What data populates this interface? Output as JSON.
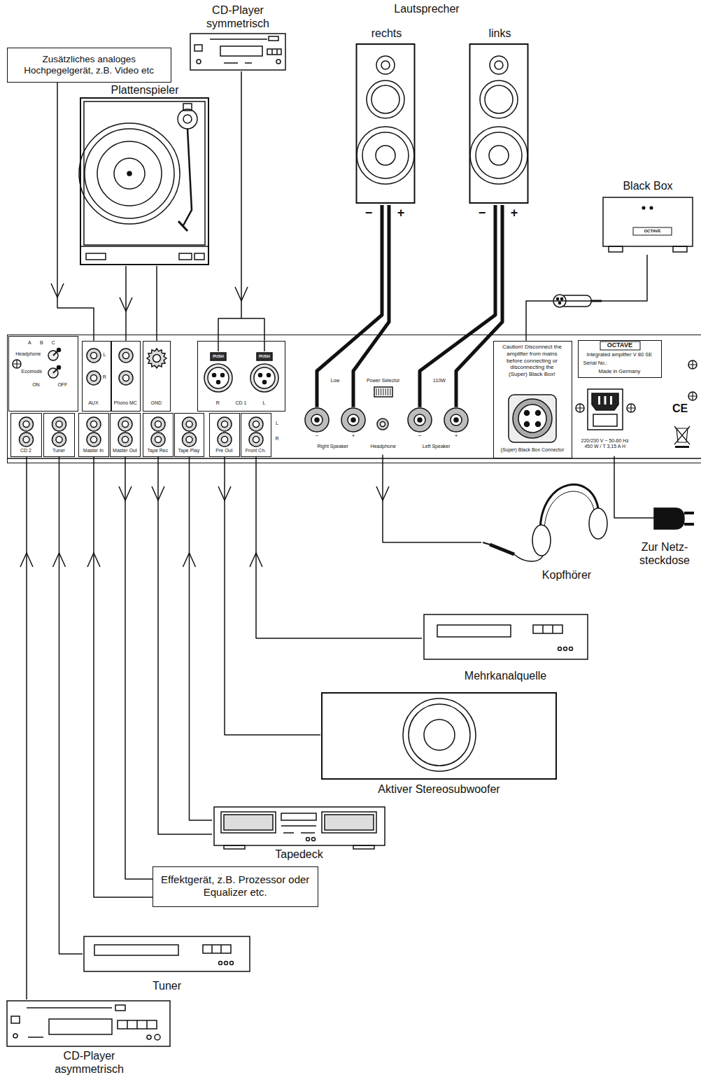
{
  "diagram": {
    "nodes": [
      {
        "text": [
          "Zusätzliches analoges Hochpegelgerät, z.B. Video etc"
        ]
      },
      {
        "text": [
          "CD-Player symmetrisch"
        ]
      },
      {
        "text": [
          "rechts"
        ]
      },
      {
        "text": [
          "links"
        ]
      },
      {
        "text": [
          "Plattenspieler"
        ]
      },
      {
        "text": [
          "Black Box"
        ]
      },
      {
        "text": [
          "Power Selector"
        ]
      },
      {
        "text": [
          "A",
          "B",
          "C",
          "Headphone",
          "Ecomode",
          "ON",
          "OFF"
        ],
        "in": 6
      },
      {
        "text": [
          "L",
          "R",
          "AUX"
        ],
        "in": 6
      },
      {
        "text": [
          "Phono MC"
        ],
        "in": 6
      },
      {
        "text": [
          "GND"
        ],
        "in": 6
      },
      {
        "text": [
          "R",
          "CD 1",
          "L"
        ],
        "in": 6
      },
      {
        "text": [
          "Right Speaker"
        ],
        "in": 6
      },
      {
        "text": [
          "Headphone"
        ],
        "in": 6
      },
      {
        "text": [
          "Left Speaker"
        ],
        "in": 6
      },
      {
        "text": [
          "Caution! Disconnect the amplifier from mains before connecting or disconnecting the (Super) Black Box!",
          "(Super) Black Box Connector"
        ],
        "in": 6
      },
      {
        "text": [
          "OCTAVE",
          "Integrated amplifier V 80 SE",
          "Serial No.:",
          "Made in Germany"
        ],
        "in": 6
      },
      {
        "text": [
          "220/230 V ~ 50-60 Hz 450 W / T 3,15 A H"
        ],
        "in": 6
      },
      {
        "text": [
          "CD 2"
        ],
        "in": 6
      },
      {
        "text": [
          "Tuner"
        ],
        "in": 6
      },
      {
        "text": [
          "Master In"
        ],
        "in": 6
      },
      {
        "text": [
          "Master Out"
        ],
        "in": 6
      },
      {
        "text": [
          "Tape Rec"
        ],
        "in": 6
      },
      {
        "text": [
          "Tape Play"
        ],
        "in": 6
      },
      {
        "text": [
          "Pre Out"
        ],
        "in": 6
      },
      {
        "text": [
          "Front Ch."
        ],
        "in": 6
      },
      {
        "text": [
          "Zur Netz- steckdose"
        ]
      },
      {
        "text": [
          "Kopfhörer"
        ]
      },
      {
        "text": [
          "Mehrkanalquelle"
        ]
      },
      {
        "text": [
          "Aktiver Stereosubwoofer"
        ]
      },
      {
        "text": [
          "Tapedeck"
        ]
      },
      {
        "text": [
          "Effektgerät, z.B. Prozessor oder Equalizer etc."
        ]
      },
      {
        "text": [
          "Tuner"
        ]
      },
      {
        "text": [
          "CD-Player asymmetrisch"
        ]
      }
    ],
    "edges": [
      {
        "from": 0,
        "to": 8,
        "arrow": "to"
      },
      {
        "from": 1,
        "to": 11,
        "arrow": "to"
      },
      {
        "from": 4,
        "to": 9,
        "arrow": "to"
      },
      {
        "from": 4,
        "to": 10,
        "arrow": "none"
      },
      {
        "from": 2,
        "to": 12,
        "arrow": "none"
      },
      {
        "from": 3,
        "to": 14,
        "arrow": "none"
      },
      {
        "from": 5,
        "to": 15,
        "arrow": "none"
      },
      {
        "from": 13,
        "to": 27,
        "arrow": "to"
      },
      {
        "from": 17,
        "to": 26,
        "arrow": "none"
      },
      {
        "from": 33,
        "to": 18,
        "arrow": "to"
      },
      {
        "from": 32,
        "to": 19,
        "arrow": "to"
      },
      {
        "from": 31,
        "to": 20,
        "arrow": "to"
      },
      {
        "from": 21,
        "to": 31,
        "arrow": "to"
      },
      {
        "from": 22,
        "to": 30,
        "arrow": "to"
      },
      {
        "from": 30,
        "to": 23,
        "arrow": "to"
      },
      {
        "from": 24,
        "to": 29,
        "arrow": "to"
      },
      {
        "from": 28,
        "to": 25,
        "arrow": "to"
      }
    ],
    "labels": [
      "Lautsprecher",
      "−",
      "+",
      "−",
      "+",
      "Low",
      "110W",
      "−",
      "+",
      "−",
      "+",
      "L",
      "R",
      "PUSH",
      "PUSH",
      "CE",
      "OCTAVE"
    ]
  }
}
